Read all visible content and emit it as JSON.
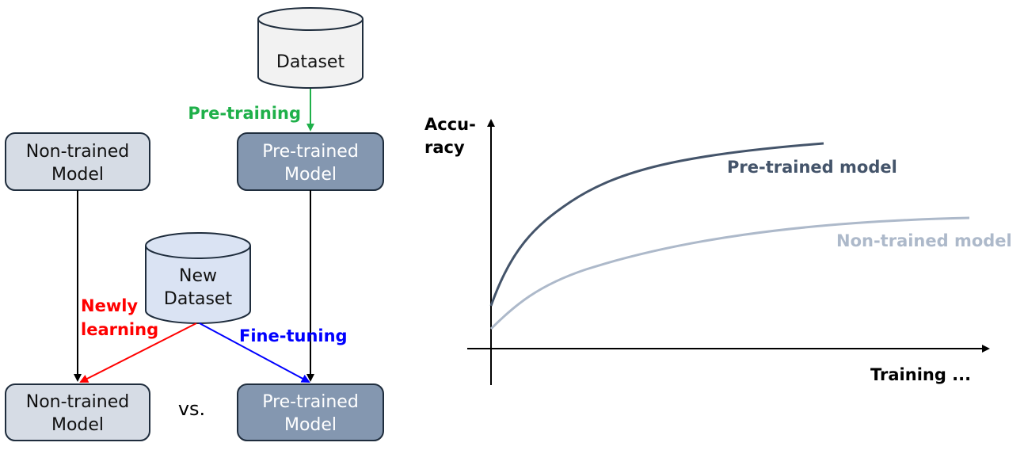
{
  "colors": {
    "untrained_fill": "#d6dce5",
    "pretrained_fill": "#8497b0",
    "dataset_fill": "#f2f2f2",
    "new_dataset_fill": "#dae3f3",
    "border": "#1f2d3d",
    "pretraining": "#1fb04a",
    "newly_learning": "#ff0000",
    "fine_tuning": "#0000ff",
    "pretrained_curve": "#44546a",
    "untrained_curve": "#adb9ca"
  },
  "diagram": {
    "dataset": {
      "label": "Dataset"
    },
    "new_dataset": {
      "line1": "New",
      "line2": "Dataset"
    },
    "non_trained_top": {
      "line1": "Non-trained",
      "line2": "Model"
    },
    "pre_trained_top": {
      "line1": "Pre-trained",
      "line2": "Model"
    },
    "non_trained_bottom": {
      "line1": "Non-trained",
      "line2": "Model"
    },
    "pre_trained_bottom": {
      "line1": "Pre-trained",
      "line2": "Model"
    },
    "pretraining_label": "Pre-training",
    "newly_learning_line1": "Newly",
    "newly_learning_line2": "learning",
    "fine_tuning_label": "Fine-tuning",
    "vs_label": "vs."
  },
  "chart": {
    "y_label_line1": "Accu-",
    "y_label_line2": "racy",
    "x_label": "Training ...",
    "pretrained_label": "Pre-trained model",
    "untrained_label": "Non-trained model"
  }
}
